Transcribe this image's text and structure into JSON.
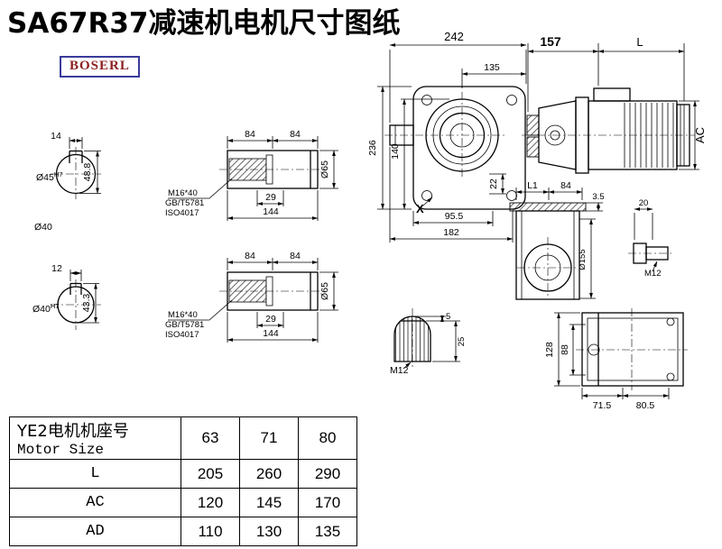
{
  "title": "SA67R37减速机电机尺寸图纸",
  "brand": "BOSERL",
  "views": {
    "shaft_end_1": {
      "keyway_width": "14",
      "dia": "Ø45",
      "tol": "H7",
      "total_height": "48.8",
      "below_label": "Ø40"
    },
    "shaft_end_2": {
      "keyway_width": "12",
      "dia": "Ø40",
      "tol": "H7",
      "total_height": "43.3"
    },
    "shaft_side_1": {
      "seg_a": "84",
      "seg_b": "84",
      "bolt": "M16*40",
      "std_1": "GB/T5781",
      "std_2": "ISO4017",
      "key_length": "29",
      "total_length": "144",
      "dia": "Ø65"
    },
    "shaft_side_2": {
      "seg_a": "84",
      "seg_b": "84",
      "bolt": "M16*40",
      "std_1": "GB/T5781",
      "std_2": "ISO4017",
      "key_length": "29",
      "total_length": "144",
      "dia": "Ø65"
    },
    "front_view": {
      "overall_width": "242",
      "upper_width": "135",
      "overall_height": "236",
      "center_height": "140",
      "foot_height": "22",
      "base_offset": "95.5",
      "base_width": "182",
      "marker": "X"
    },
    "motor_view": {
      "adapter_length": "157",
      "motor_length": "L",
      "motor_dia": "AC"
    },
    "side_view": {
      "len_l1": "L1",
      "len_84": "84",
      "flange_thk": "3.5",
      "stud_len": "20",
      "boss_dia": "Ø155",
      "thread": "M12"
    },
    "bottom_view": {
      "overall_height": "128",
      "inner_height": "88",
      "off_a": "71.5",
      "off_b": "80.5"
    },
    "key_detail": {
      "depth": "5",
      "width": "25",
      "thread": "M12"
    }
  },
  "table": {
    "header_cn": "YE2电机机座号",
    "header_en": "Motor Size",
    "sizes": [
      "63",
      "71",
      "80"
    ],
    "rows": [
      {
        "label": "L",
        "values": [
          "205",
          "260",
          "290"
        ]
      },
      {
        "label": "AC",
        "values": [
          "120",
          "145",
          "170"
        ]
      },
      {
        "label": "AD",
        "values": [
          "110",
          "130",
          "135"
        ]
      }
    ]
  }
}
